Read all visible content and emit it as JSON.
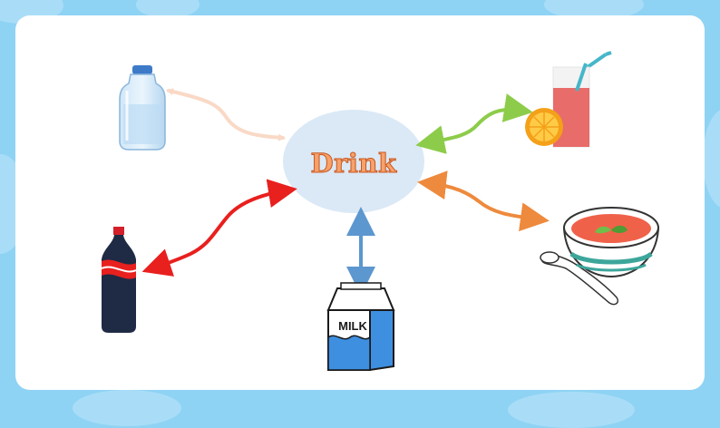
{
  "center": {
    "label": "Drink"
  },
  "items": [
    {
      "id": "water",
      "icon": "water-bottle-icon",
      "arrow_color": "#f9d9c6"
    },
    {
      "id": "juice",
      "icon": "juice-glass-icon",
      "arrow_color": "#8dcc4a"
    },
    {
      "id": "soup",
      "icon": "soup-bowl-icon",
      "arrow_color": "#ee8a3d"
    },
    {
      "id": "milk",
      "icon": "milk-carton-icon",
      "arrow_color": "#5c97cf",
      "text": "MILK"
    },
    {
      "id": "cola",
      "icon": "cola-bottle-icon",
      "arrow_color": "#e8201e"
    }
  ],
  "colors": {
    "background": "#8fd3f4",
    "card": "#ffffff",
    "center_bubble": "#dbe9f6",
    "label_fill": "#f7a26a",
    "label_stroke": "#c8561f"
  }
}
